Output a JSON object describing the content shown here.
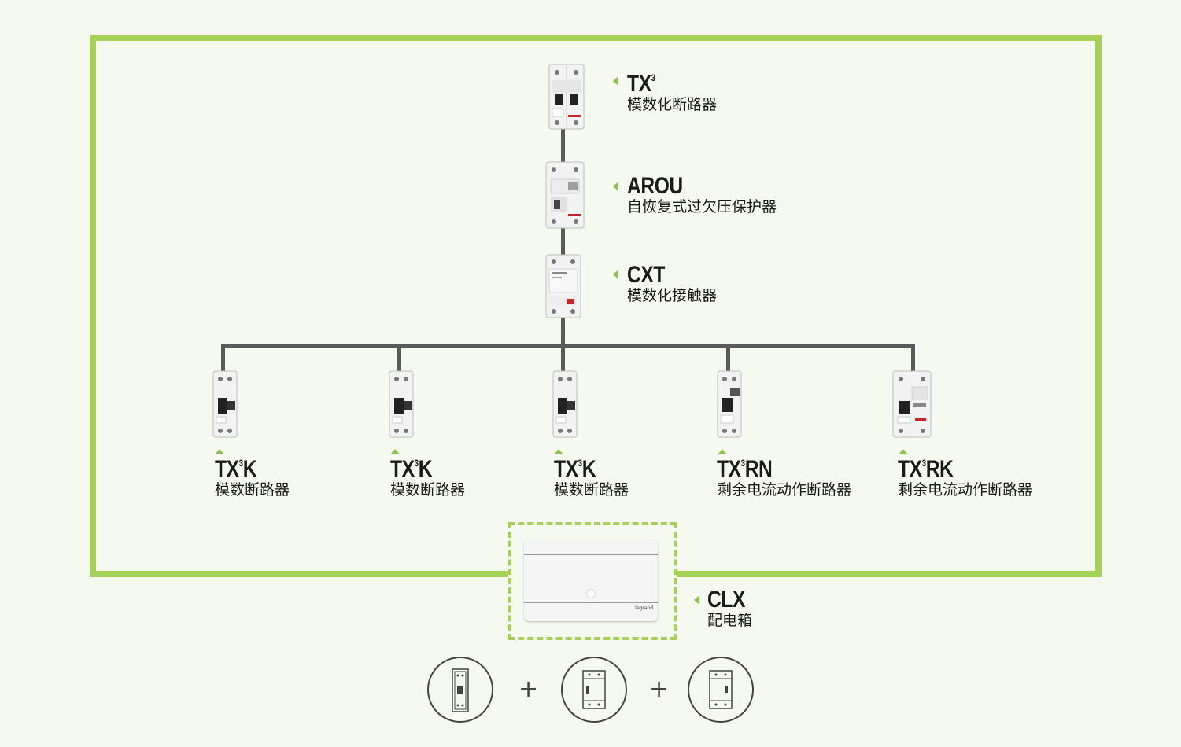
{
  "colors": {
    "frame": "#a5d158",
    "wire": "#5a5a5a",
    "arrow": "#8bc34a",
    "background": "#f6f9ef"
  },
  "main_chain": [
    {
      "code": "TX",
      "sup": "3",
      "name": "模数化断路器",
      "icon": "double-pole-breaker-icon"
    },
    {
      "code": "AROU",
      "sup": "",
      "name": "自恢复式过欠压保护器",
      "icon": "voltage-protector-icon"
    },
    {
      "code": "CXT",
      "sup": "",
      "name": "模数化接触器",
      "icon": "contactor-icon"
    }
  ],
  "branches": [
    {
      "code_a": "TX",
      "sup": "3",
      "code_b": "K",
      "name": "模数断路器",
      "icon": "mcb-icon"
    },
    {
      "code_a": "TX",
      "sup": "3",
      "code_b": "K",
      "name": "模数断路器",
      "icon": "mcb-icon"
    },
    {
      "code_a": "TX",
      "sup": "3",
      "code_b": "K",
      "name": "模数断路器",
      "icon": "mcb-icon"
    },
    {
      "code_a": "TX",
      "sup": "3",
      "code_b": "RN",
      "name": "剩余电流动作断路器",
      "icon": "rcbo-icon"
    },
    {
      "code_a": "TX",
      "sup": "3",
      "code_b": "RK",
      "name": "剩余电流动作断路器",
      "icon": "rcbo-wide-icon"
    }
  ],
  "enclosure": {
    "code": "CLX",
    "name": "配电箱",
    "brand": "legrand"
  },
  "bottom_icons": [
    {
      "icon": "breaker-module-icon"
    },
    {
      "sep": "+"
    },
    {
      "icon": "protector-module-icon"
    },
    {
      "sep": "+"
    },
    {
      "icon": "contactor-module-icon"
    }
  ]
}
